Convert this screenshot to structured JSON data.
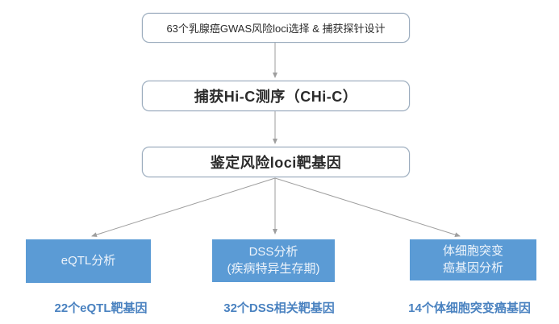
{
  "flow": {
    "step1": {
      "label": "63个乳腺癌GWAS风险loci选择 & 捕获探针设计"
    },
    "step2": {
      "label": "捕获Hi-C测序（CHi-C）"
    },
    "step3": {
      "label": "鉴定风险loci靶基因"
    },
    "branches": [
      {
        "line1": "eQTL分析",
        "line2": "",
        "result": "22个eQTL靶基因"
      },
      {
        "line1": "DSS分析",
        "line2": "(疾病特异生存期)",
        "result": "32个DSS相关靶基因"
      },
      {
        "line1": "体细胞突变",
        "line2": "癌基因分析",
        "result": "14个体细胞突变癌基因"
      }
    ]
  },
  "colors": {
    "branch_fill": "#5b9bd5",
    "outline_border": "#9aabbd",
    "result_color": "#4a82c0",
    "arrow_color": "#9e9e9e"
  }
}
